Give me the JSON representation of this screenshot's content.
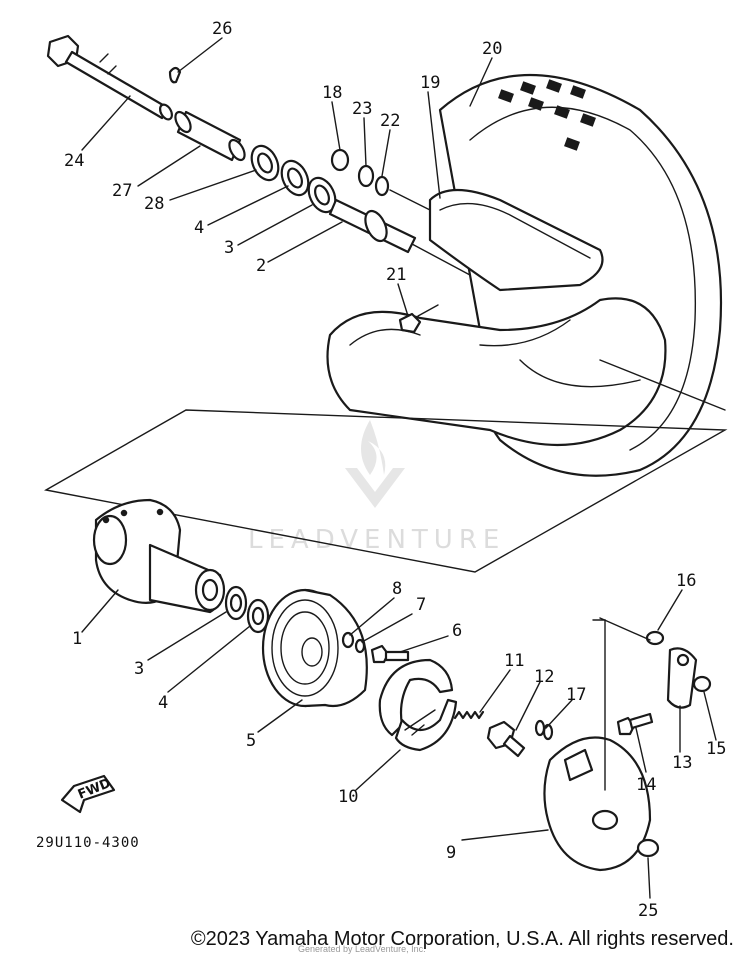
{
  "diagram": {
    "drawing_code": "29U110-4300",
    "direction_label": "FWD",
    "watermark": "LEADVENTURE",
    "part_labels": {
      "p1": "1",
      "p2": "2",
      "p3a": "3",
      "p3b": "3",
      "p4a": "4",
      "p4b": "4",
      "p5": "5",
      "p6": "6",
      "p7": "7",
      "p8": "8",
      "p9": "9",
      "p10": "10",
      "p11": "11",
      "p12": "12",
      "p13": "13",
      "p14": "14",
      "p15": "15",
      "p16": "16",
      "p17": "17",
      "p18": "18",
      "p19": "19",
      "p20": "20",
      "p21": "21",
      "p22": "22",
      "p23": "23",
      "p24": "24",
      "p25": "25",
      "p26": "26",
      "p27": "27",
      "p28": "28"
    }
  },
  "footer": {
    "copyright": "©2023 Yamaha Motor Corporation, U.S.A. All rights reserved.",
    "note": "Generated by LeadVenture, Inc."
  }
}
